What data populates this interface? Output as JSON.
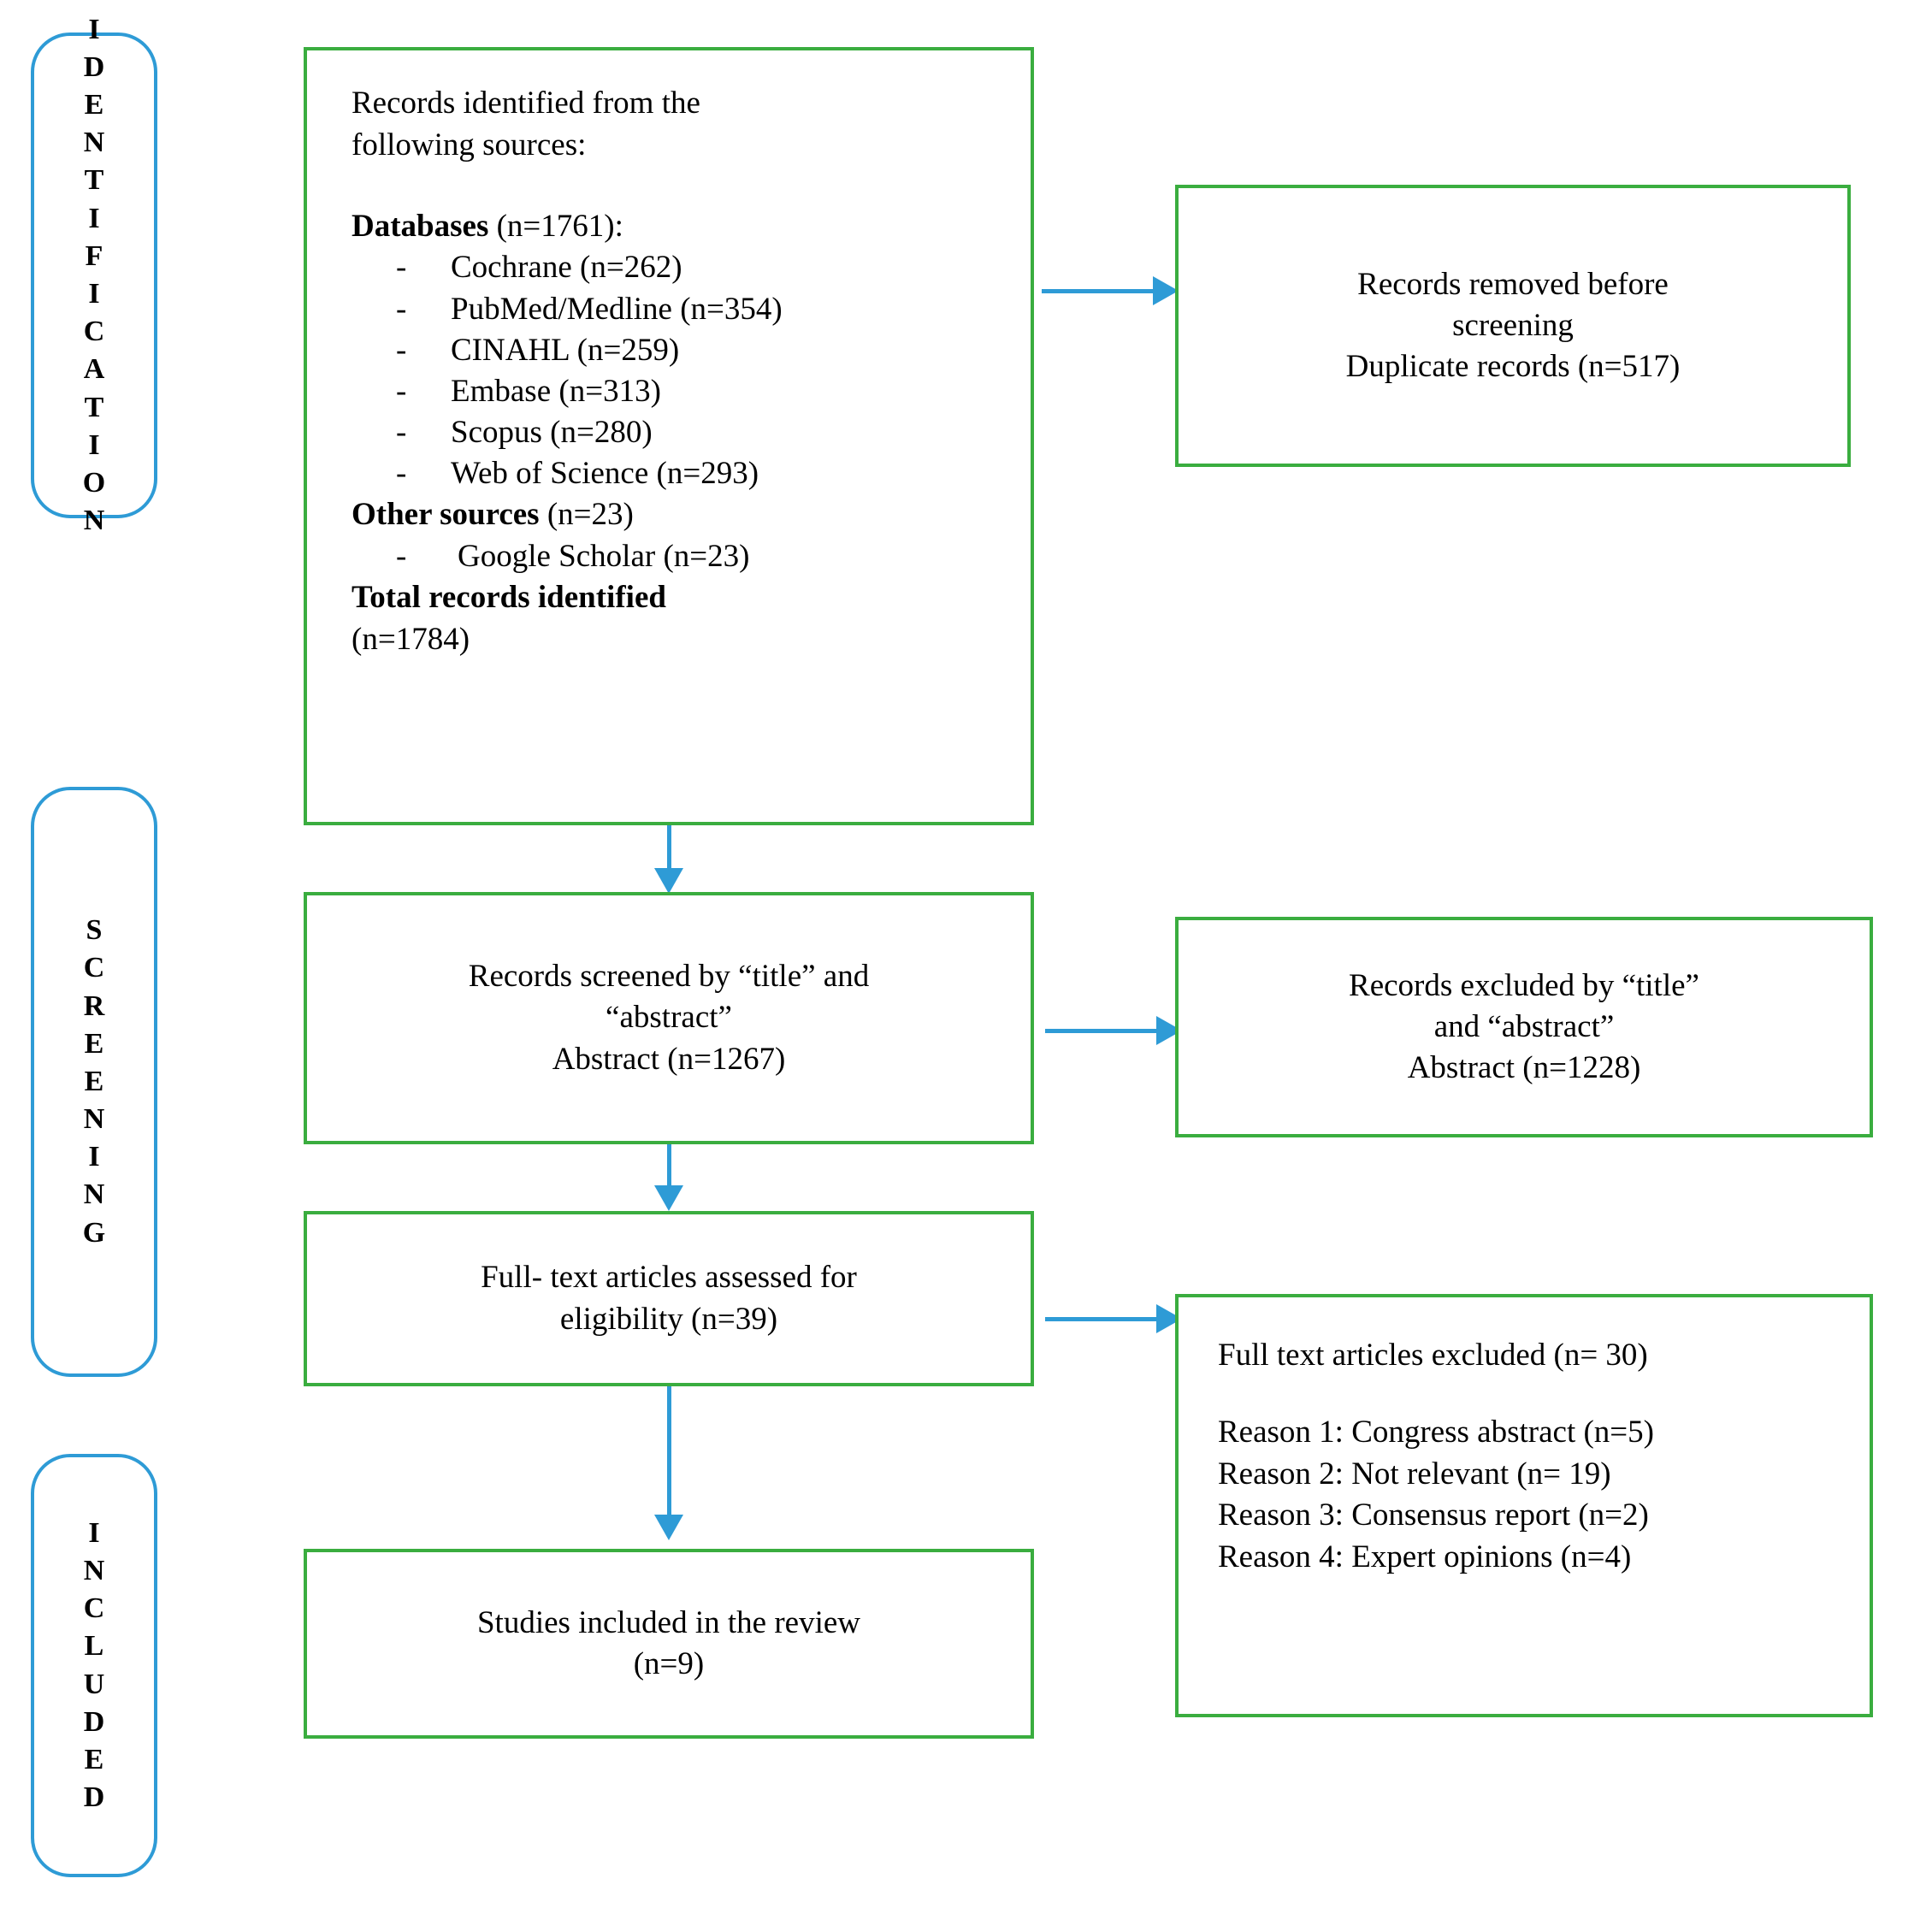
{
  "diagram": {
    "type": "prisma-flow-diagram",
    "colors": {
      "box_border": "#3AAD3F",
      "stage_border": "#2E9BD6",
      "arrow": "#2E9BD6",
      "text": "#000000",
      "background": "#ffffff"
    }
  },
  "stages": {
    "identification": "I\nD\nE\nN\nT\nI\nF\nI\nC\nA\nT\nI\nO\nN",
    "screening": "S\nC\nR\nE\nE\nN\nI\nN\nG",
    "included": "I\nN\nC\nL\nU\nD\nE\nD"
  },
  "identification_box": {
    "heading_line1": "Records identified from the",
    "heading_line2": "following sources:",
    "databases_label": "Databases",
    "databases_count": " (n=1761):",
    "databases": [
      "Cochrane (n=262)",
      "PubMed/Medline (n=354)",
      "CINAHL (n=259)",
      "Embase (n=313)",
      "Scopus (n=280)",
      "Web of Science (n=293)"
    ],
    "other_sources_label": "Other sources",
    "other_sources_count": " (n=23)",
    "other_sources": [
      "Google Scholar (n=23)"
    ],
    "total_label": "Total records identified",
    "total_count": "(n=1784)"
  },
  "removed_box": {
    "line1": "Records removed before",
    "line2": "screening",
    "line3": "Duplicate records (n=517)"
  },
  "screened_box": {
    "line1": "Records screened by “title” and",
    "line2": "“abstract”",
    "line3": "Abstract (n=1267)"
  },
  "excluded_screening_box": {
    "line1": "Records excluded by “title”",
    "line2": "and “abstract”",
    "line3": "Abstract (n=1228)"
  },
  "fulltext_box": {
    "line1": "Full- text articles assessed for",
    "line2": "eligibility (n=39)"
  },
  "fulltext_excluded_box": {
    "heading": "Full text articles excluded (n= 30)",
    "reasons": [
      "Reason 1: Congress abstract (n=5)",
      "Reason 2: Not relevant (n= 19)",
      "Reason 3: Consensus report (n=2)",
      "Reason 4: Expert opinions (n=4)"
    ]
  },
  "included_box": {
    "line1": "Studies included in the review",
    "line2": "(n=9)"
  }
}
